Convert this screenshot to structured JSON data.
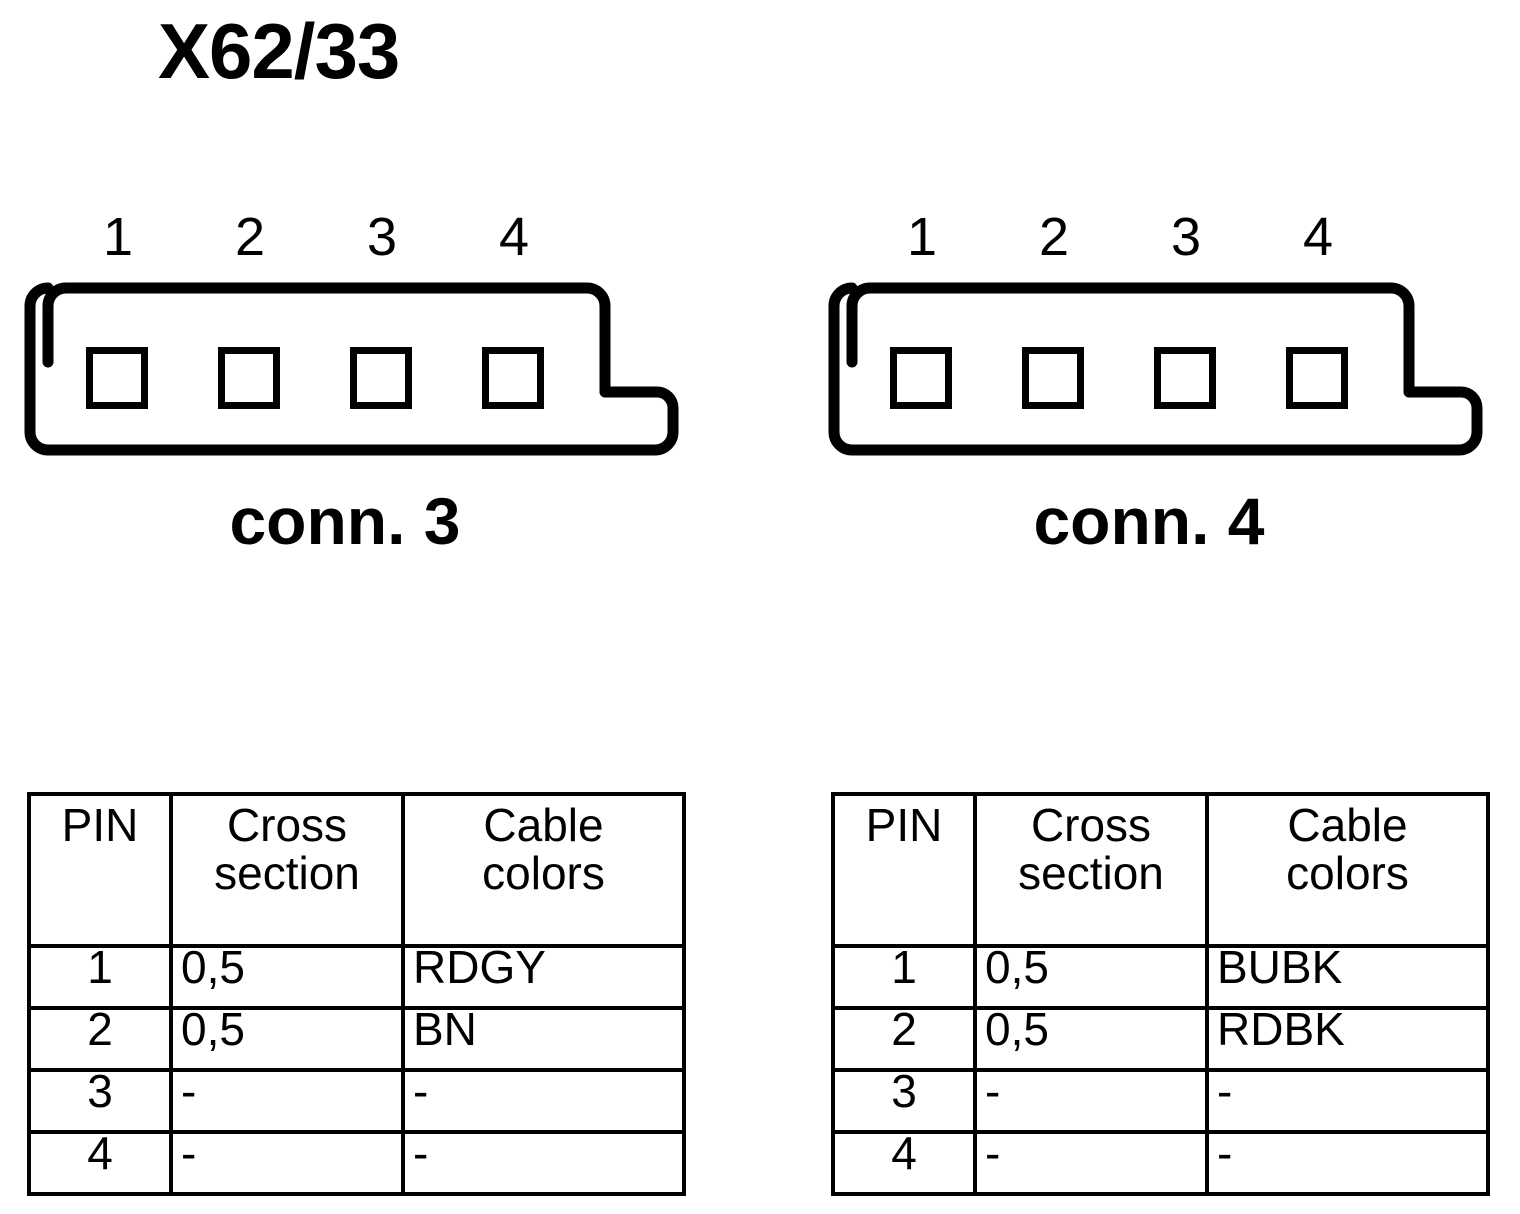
{
  "title": "X62/33",
  "connectors": [
    {
      "name": "conn-3",
      "label": "conn. 3",
      "pin_numbers": [
        "1",
        "2",
        "3",
        "4"
      ],
      "table": {
        "headers": {
          "pin": "PIN",
          "cross_section_line1": "Cross",
          "cross_section_line2": "section",
          "cable_colors_line1": "Cable",
          "cable_colors_line2": "colors"
        },
        "rows": [
          {
            "pin": "1",
            "cross_section": "0,5",
            "cable_colors": "RDGY"
          },
          {
            "pin": "2",
            "cross_section": "0,5",
            "cable_colors": "BN"
          },
          {
            "pin": "3",
            "cross_section": "-",
            "cable_colors": "-"
          },
          {
            "pin": "4",
            "cross_section": "-",
            "cable_colors": "-"
          }
        ]
      }
    },
    {
      "name": "conn-4",
      "label": "conn. 4",
      "pin_numbers": [
        "1",
        "2",
        "3",
        "4"
      ],
      "table": {
        "headers": {
          "pin": "PIN",
          "cross_section_line1": "Cross",
          "cross_section_line2": "section",
          "cable_colors_line1": "Cable",
          "cable_colors_line2": "colors"
        },
        "rows": [
          {
            "pin": "1",
            "cross_section": "0,5",
            "cable_colors": "BUBK"
          },
          {
            "pin": "2",
            "cross_section": "0,5",
            "cable_colors": "RDBK"
          },
          {
            "pin": "3",
            "cross_section": "-",
            "cable_colors": "-"
          },
          {
            "pin": "4",
            "cross_section": "-",
            "cable_colors": "-"
          }
        ]
      }
    }
  ],
  "colors": {
    "line": "#000000",
    "background": "#ffffff"
  }
}
